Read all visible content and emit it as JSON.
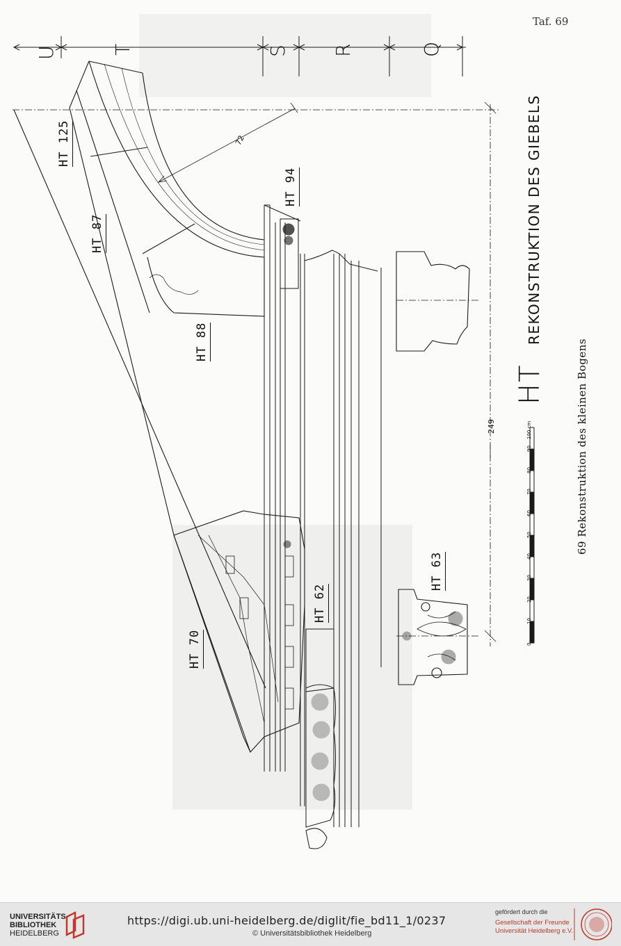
{
  "plate": {
    "plate_number": "Taf. 69",
    "caption": "69  Rekonstruktion des kleinen Bogens",
    "title_prefix": "HT",
    "title": "REKONSTRUKTION DES GIEBELS",
    "dimension_top": "72",
    "dimension_mid": "249",
    "section_letters": [
      "U",
      "T",
      "S",
      "R",
      "Q"
    ],
    "block_labels": {
      "ht125": "HT 125",
      "ht87": "HT 87",
      "ht88": "HT 88",
      "ht94": "HT 94",
      "ht70": "HT 70",
      "ht62": "HT 62",
      "ht63": "HT 63"
    },
    "scale": {
      "labels": [
        "0",
        "10",
        "20",
        "30",
        "40",
        "50",
        "60",
        "70",
        "80",
        "90"
      ],
      "end_label": "100 cm"
    }
  },
  "footer": {
    "library_line1": "UNIVERSITÄTS-",
    "library_line2": "BIBLIOTHEK",
    "library_line3": "HEIDELBERG",
    "url": "https://digi.ub.uni-heidelberg.de/diglit/fie_bd11_1/0237",
    "copyright": "© Universitätsbibliothek Heidelberg",
    "sponsor_prefix": "gefördert durch die",
    "sponsor_line1": "Gesellschaft der Freunde",
    "sponsor_line2": "Universität Heidelberg e.V."
  },
  "colors": {
    "ink": "#1a1a1a",
    "paper": "#fbfbf9",
    "footer_bg": "#e6e6e6",
    "sponsor_red": "#c0392b"
  }
}
